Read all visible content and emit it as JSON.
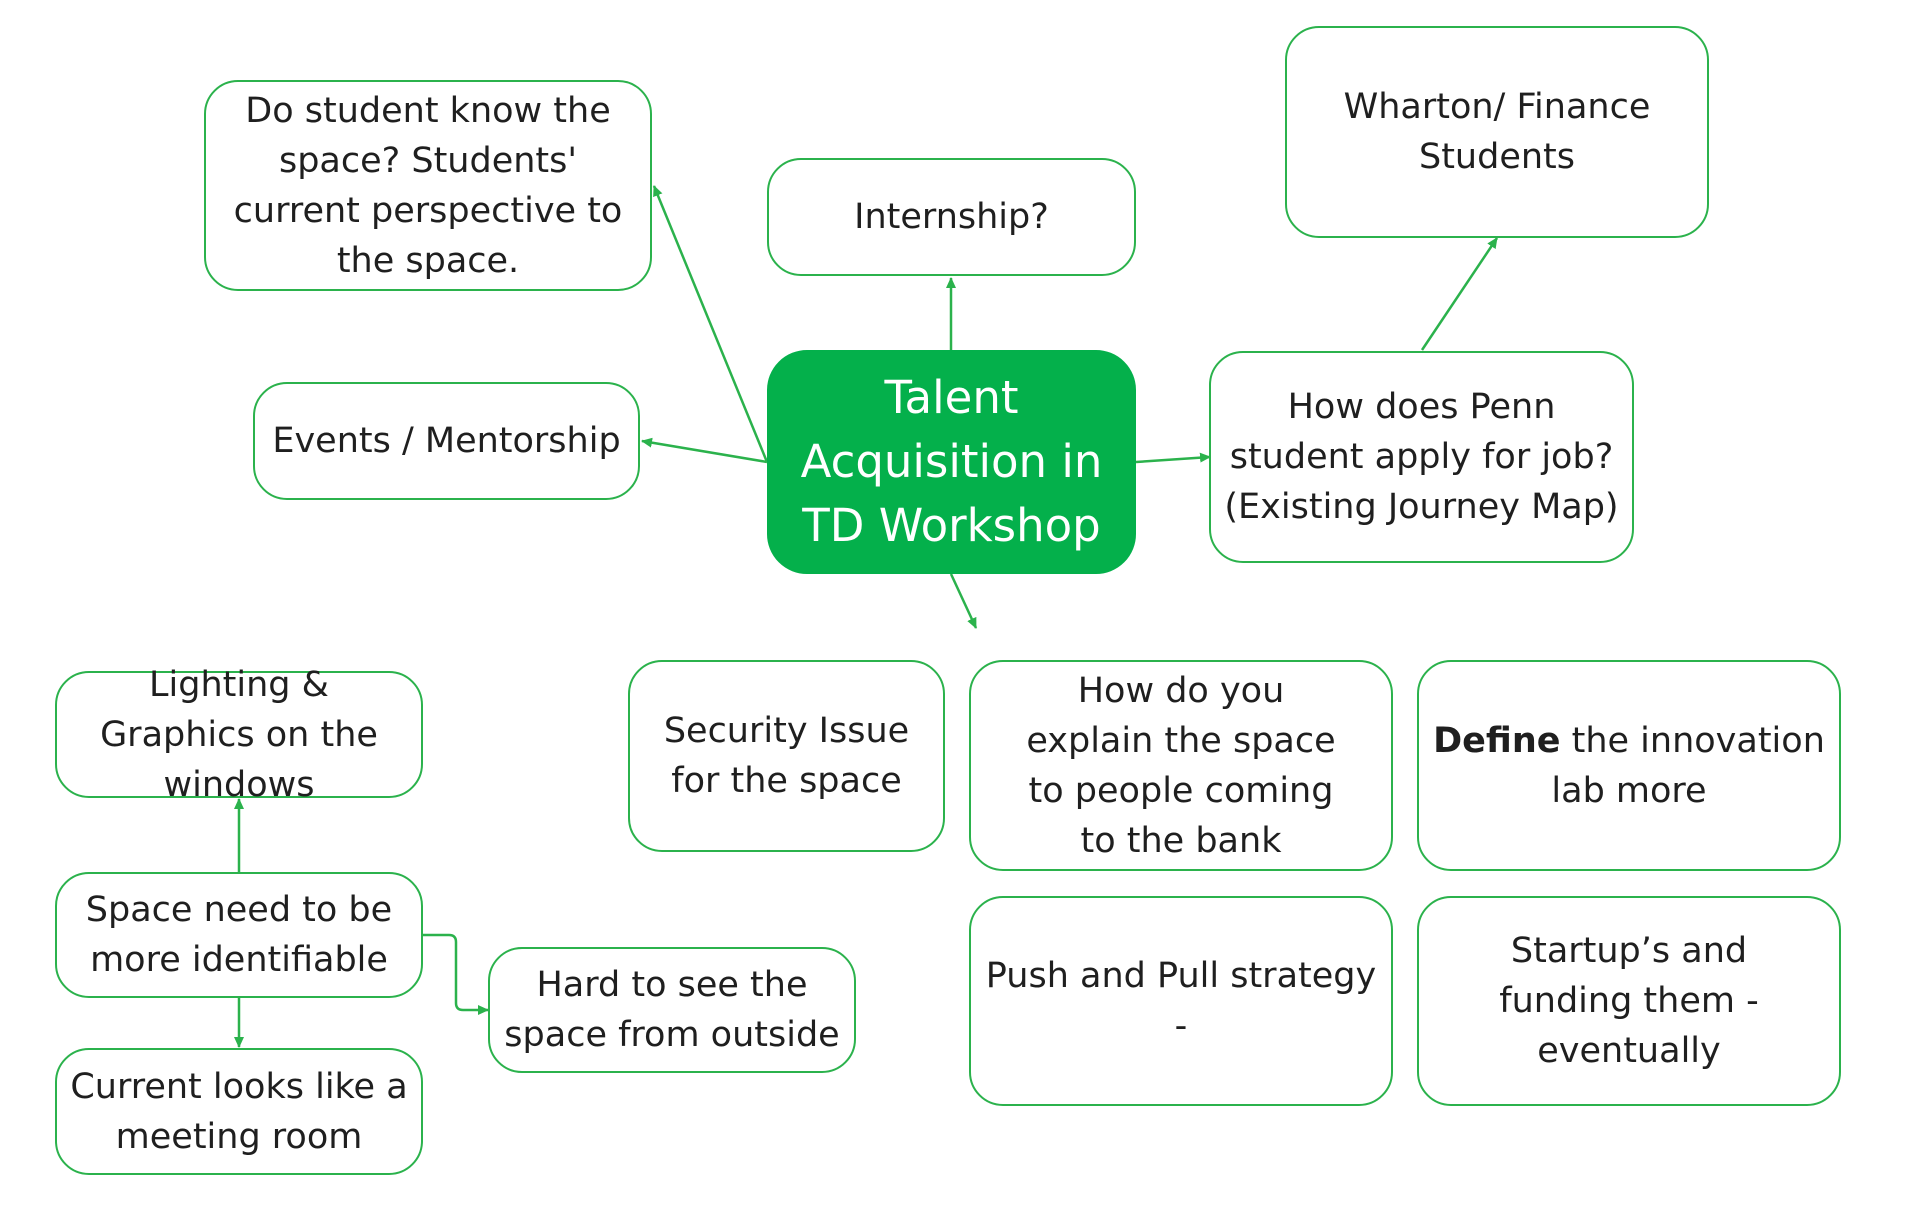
{
  "colors": {
    "accent": "#2bb24c",
    "center_fill": "#04b04b",
    "center_text": "#ffffff"
  },
  "nodes": {
    "center": "Talent Acquisition in TD Workshop",
    "students_perspective": "Do student know the space? Students' current perspective to the space.",
    "internship": "Internship?",
    "wharton": "Wharton/ Finance Students",
    "events": "Events / Mentorship",
    "penn_apply": "How does Penn student apply for job? (Existing Journey Map)",
    "lighting": "Lighting & Graphics on the windows",
    "identifiable": "Space need to be more identifiable",
    "meeting_room": "Current looks like a meeting room",
    "hard_to_see": "Hard to see the space from outside",
    "security": "Security Issue for the space",
    "explain": "How do you explain the space to people coming to the bank",
    "define_bold": "Define",
    "define_rest": " the innovation lab more",
    "push_pull": "Push and Pull strategy -",
    "startups": "Startup’s and funding them - eventually"
  }
}
